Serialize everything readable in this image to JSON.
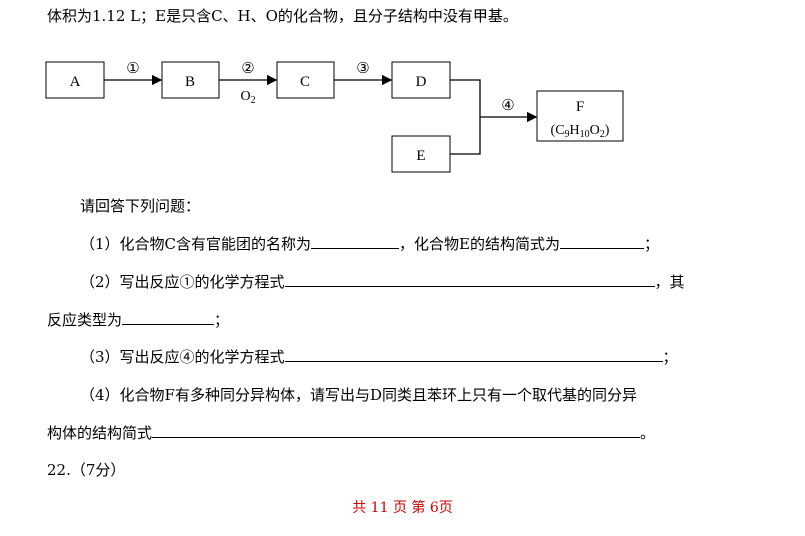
{
  "intro_line": "体积为1.12 L；E是只含C、H、O的化合物，且分子结构中没有甲基。",
  "flow": {
    "boxes": {
      "A": "A",
      "B": "B",
      "C": "C",
      "D": "D",
      "E": "E",
      "F": "F"
    },
    "f_formula": {
      "pre": "(C",
      "s1": "9",
      "h": "H",
      "s2": "10",
      "o": "O",
      "s3": "2",
      "post": ")"
    },
    "steps": {
      "s1": "①",
      "s2": "②",
      "s3": "③",
      "s4": "④"
    },
    "o2": {
      "base": "O",
      "sub": "2"
    }
  },
  "question_intro": "请回答下列问题：",
  "q1": {
    "part1": "（1）化合物C含有官能团的名称为",
    "part2": "，化合物E的结构简式为",
    "end": "；"
  },
  "q2": {
    "part1": "（2）写出反应①的化学方程式",
    "part2": "，其",
    "line2": "反应类型为",
    "end": "；"
  },
  "q3": {
    "part1": "（3）写出反应④的化学方程式",
    "end": "；"
  },
  "q4": {
    "line1": "（4）化合物F有多种同分异构体，请写出与D同类且苯环上只有一个取代基的同分异",
    "line2": "构体的结构简式",
    "end": "。"
  },
  "q22": "22.（7分）",
  "footer": "共 11 页 第 6页"
}
